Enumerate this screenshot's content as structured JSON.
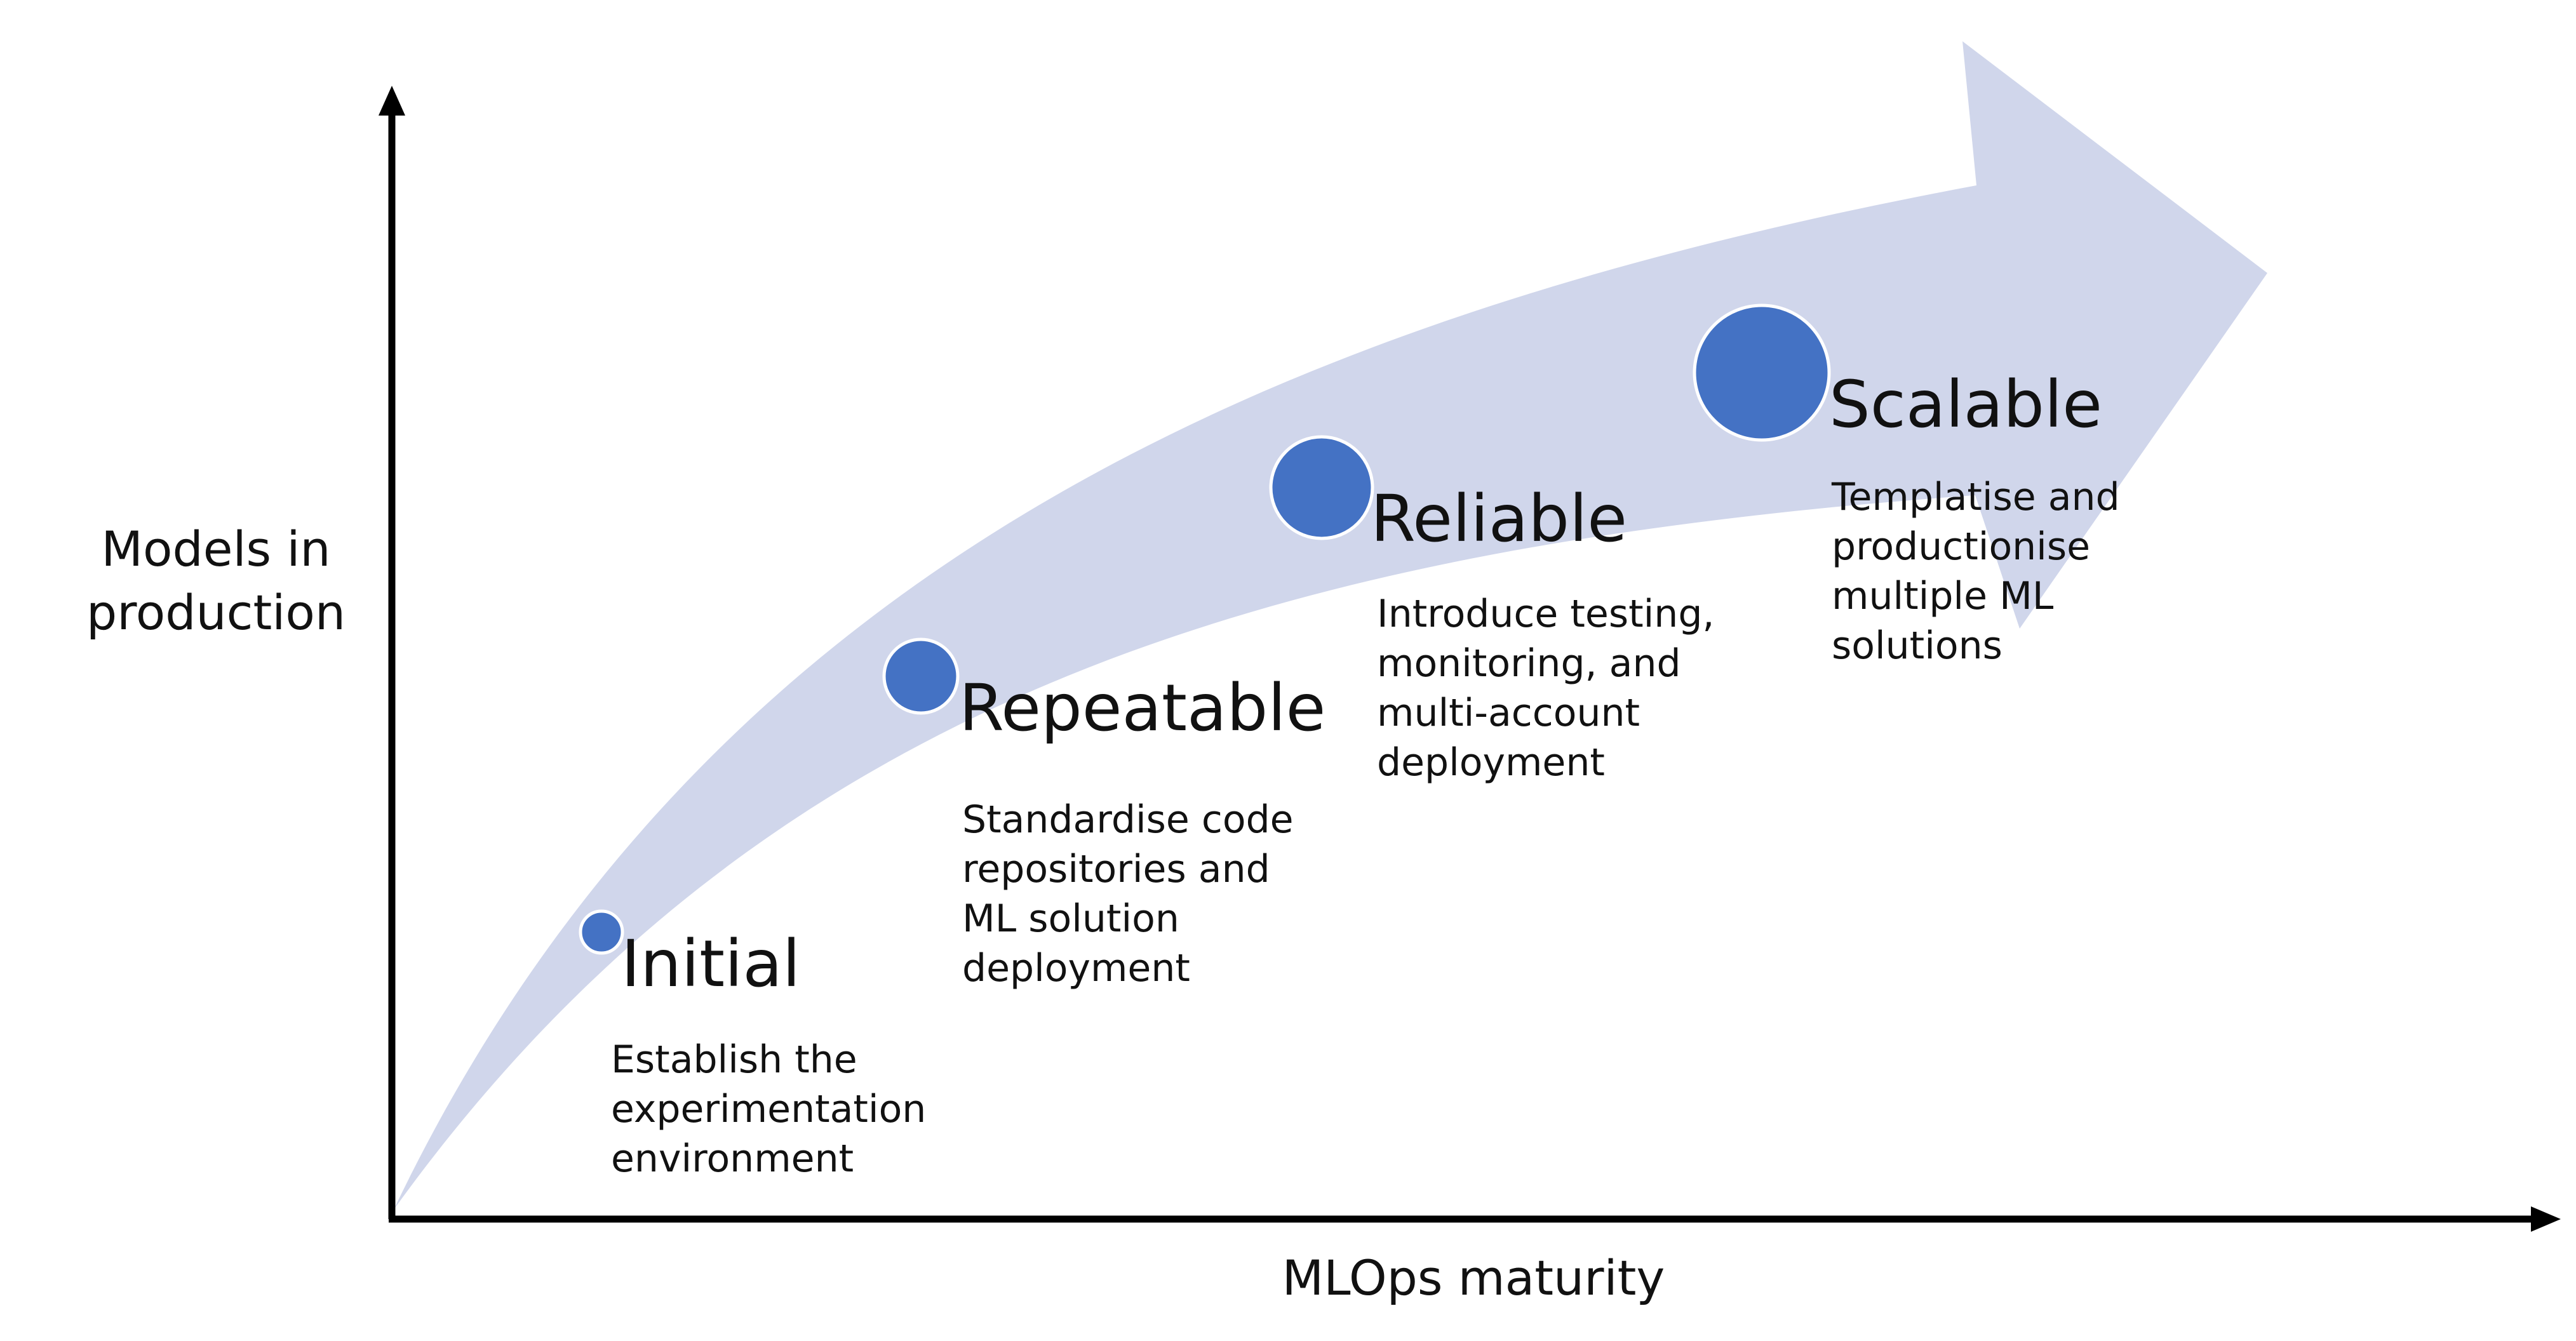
{
  "y_axis_label_lines": [
    "Models in",
    "production"
  ],
  "x_axis_label": "MLOps maturity",
  "colors": {
    "arrow_fill": "#d0d6eb",
    "circle_fill": "#4472c4",
    "circle_stroke": "#ffffff",
    "axis": "#000000"
  },
  "stages": [
    {
      "title": "Initial",
      "description_lines": [
        "Establish the",
        "experimentation",
        "environment"
      ]
    },
    {
      "title": "Repeatable",
      "description_lines": [
        "Standardise code",
        "repositories and",
        "ML solution",
        "deployment"
      ]
    },
    {
      "title": "Reliable",
      "description_lines": [
        "Introduce testing,",
        "monitoring, and",
        "multi-account",
        "deployment"
      ]
    },
    {
      "title": "Scalable",
      "description_lines": [
        "Templatise and",
        "productionise",
        "multiple ML",
        "solutions"
      ]
    }
  ]
}
